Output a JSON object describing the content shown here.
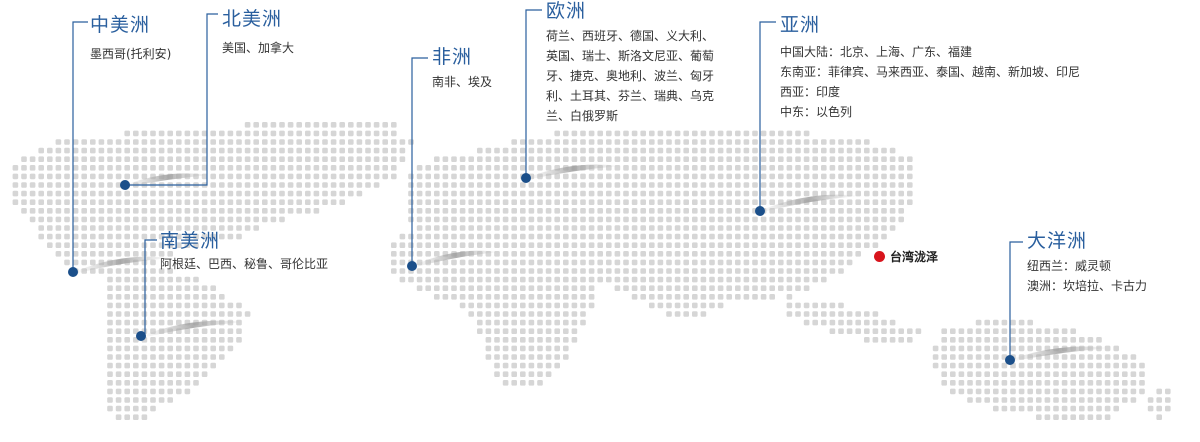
{
  "colors": {
    "line": "#2a5f9e",
    "pin": "#1b4f8a",
    "title": "#2a5f9e",
    "text": "#333333",
    "map_dot": "#d6d6d6",
    "hq_dot": "#d8141c"
  },
  "regions": [
    {
      "id": "central-america",
      "title": "中美洲",
      "lines": [
        "墨西哥(托利安)"
      ]
    },
    {
      "id": "north-america",
      "title": "北美洲",
      "lines": [
        "美国、加拿大"
      ]
    },
    {
      "id": "south-america",
      "title": "南美洲",
      "lines": [
        "阿根廷、巴西、秘鲁、哥伦比亚"
      ]
    },
    {
      "id": "africa",
      "title": "非洲",
      "lines": [
        "南非、埃及"
      ]
    },
    {
      "id": "europe",
      "title": "欧洲",
      "lines": [
        "荷兰、西班牙、德国、义大利、",
        "英国、瑞士、斯洛文尼亚、葡萄",
        "牙、捷克、奥地利、波兰、匈牙",
        "利、土耳其、芬兰、瑞典、乌克",
        "兰、白俄罗斯"
      ]
    },
    {
      "id": "asia",
      "title": "亚洲",
      "lines": [
        "中国大陆：北京、上海、广东、福建",
        "东南亚：菲律宾、马来西亚、泰国、越南、新加坡、印尼",
        "西亚：印度",
        "中东：以色列"
      ]
    },
    {
      "id": "oceania",
      "title": "大洋洲",
      "lines": [
        "纽西兰：威灵顿",
        "澳洲：坎培拉、卡古力"
      ]
    }
  ],
  "headquarters": {
    "label": "台湾泷泽"
  }
}
